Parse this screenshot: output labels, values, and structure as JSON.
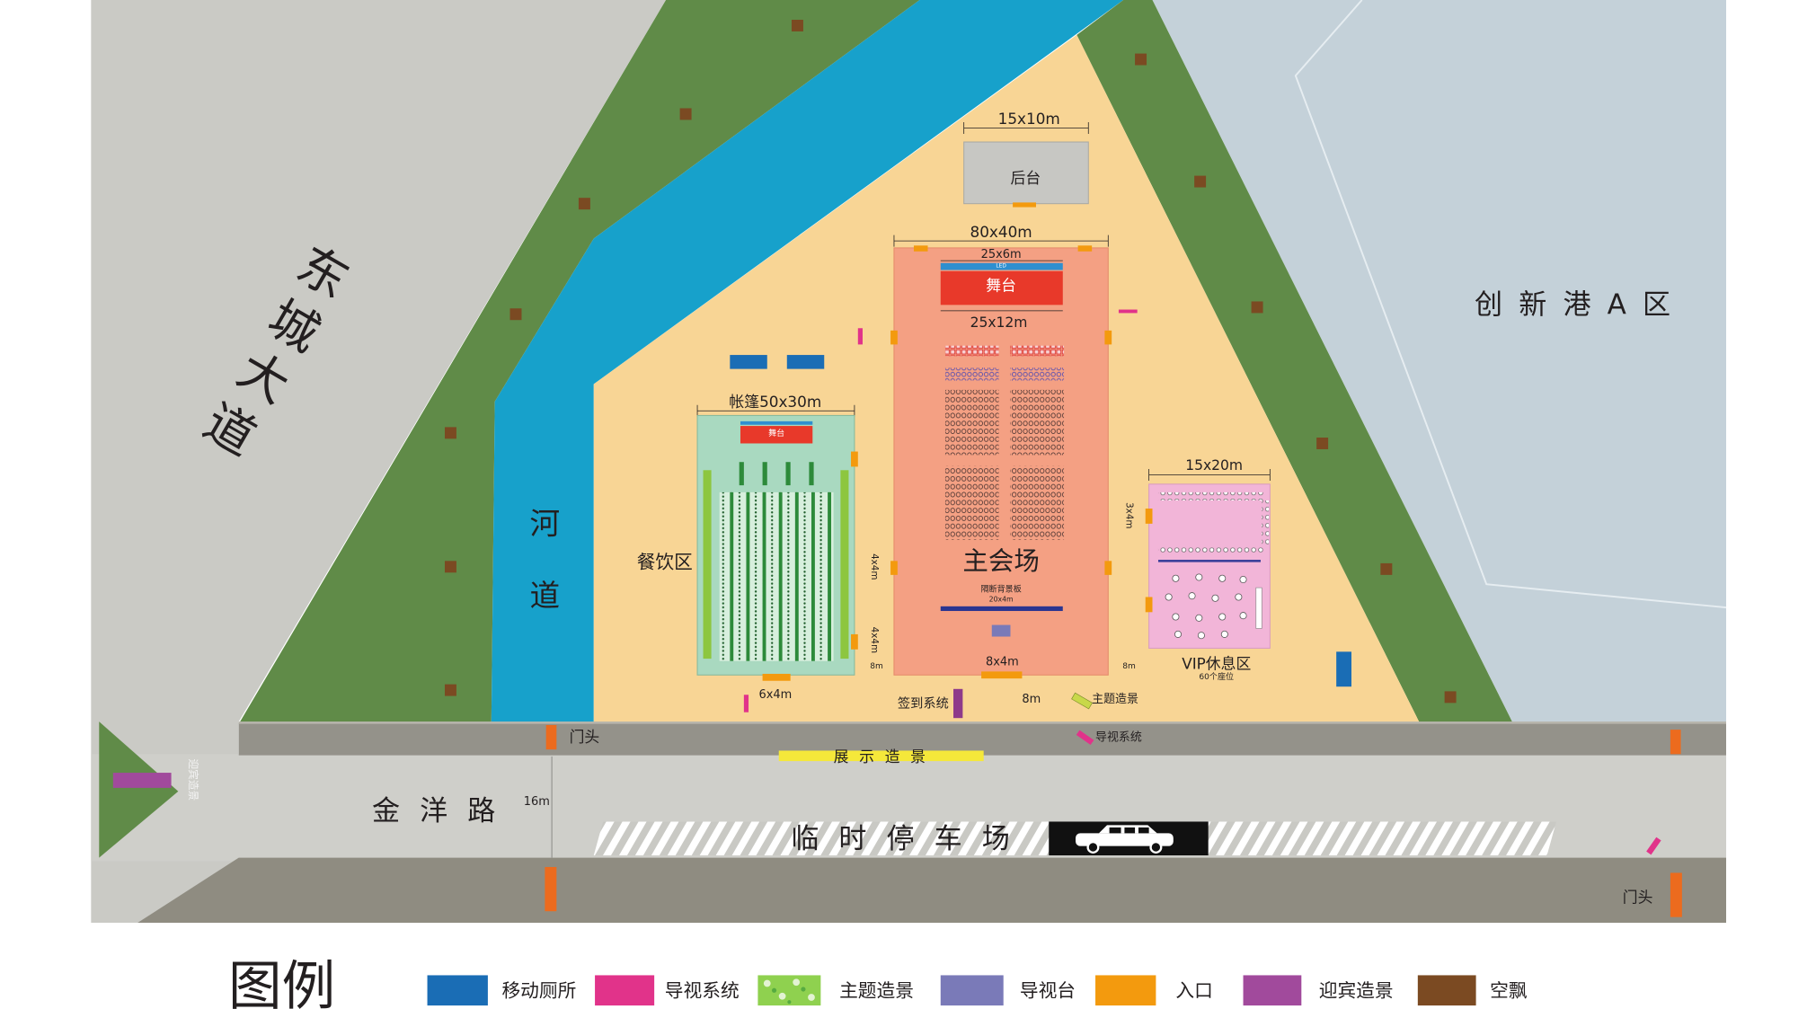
{
  "map": {
    "east_avenue": "东城大道",
    "river": "河道",
    "district": "创新港A区",
    "backstage": {
      "size": "15x10m",
      "label": "后台"
    },
    "main_hall": {
      "size": "80x40m",
      "label": "主会场",
      "led_size": "25x6m",
      "led": "LED",
      "stage": "舞台",
      "stage_area": "25x12m",
      "backdrop": "隔断背景板",
      "backdrop_size": "20x4m",
      "entrance_size": "8x4m",
      "front_gap": "8m"
    },
    "dining": {
      "tent": "帐篷50x30m",
      "label": "餐饮区",
      "stage": "舞台",
      "entrance_size": "6x4m",
      "side_entrance_1": "4x4m",
      "side_entrance_2": "4x4m",
      "gap": "8m"
    },
    "vip": {
      "size": "15x20m",
      "label": "VIP休息区",
      "seats": "60个座位",
      "entrance_size": "3x4m",
      "gap": "8m"
    },
    "facilities": {
      "checkin": "签到系统",
      "theme_scene": "主题造景",
      "signage": "导视系统",
      "gate_left": "门头",
      "gate_right": "门头",
      "display_scene": "展示造景",
      "welcome_scene": "迎宾造景"
    },
    "jinyang_road": "金洋路",
    "road_width": "16m",
    "parking": "临时停车场"
  },
  "legend": {
    "title": "图例",
    "items": [
      {
        "label": "移动厕所",
        "color": "#1a6db5"
      },
      {
        "label": "导视系统",
        "color": "#e1338a"
      },
      {
        "label": "主题造景",
        "color": "#8fd14f"
      },
      {
        "label": "导视台",
        "color": "#7a7ab8"
      },
      {
        "label": "入口",
        "color": "#f39a0e"
      },
      {
        "label": "迎宾造景",
        "color": "#a14a9c"
      },
      {
        "label": "空飘",
        "color": "#7b4a22"
      }
    ]
  }
}
